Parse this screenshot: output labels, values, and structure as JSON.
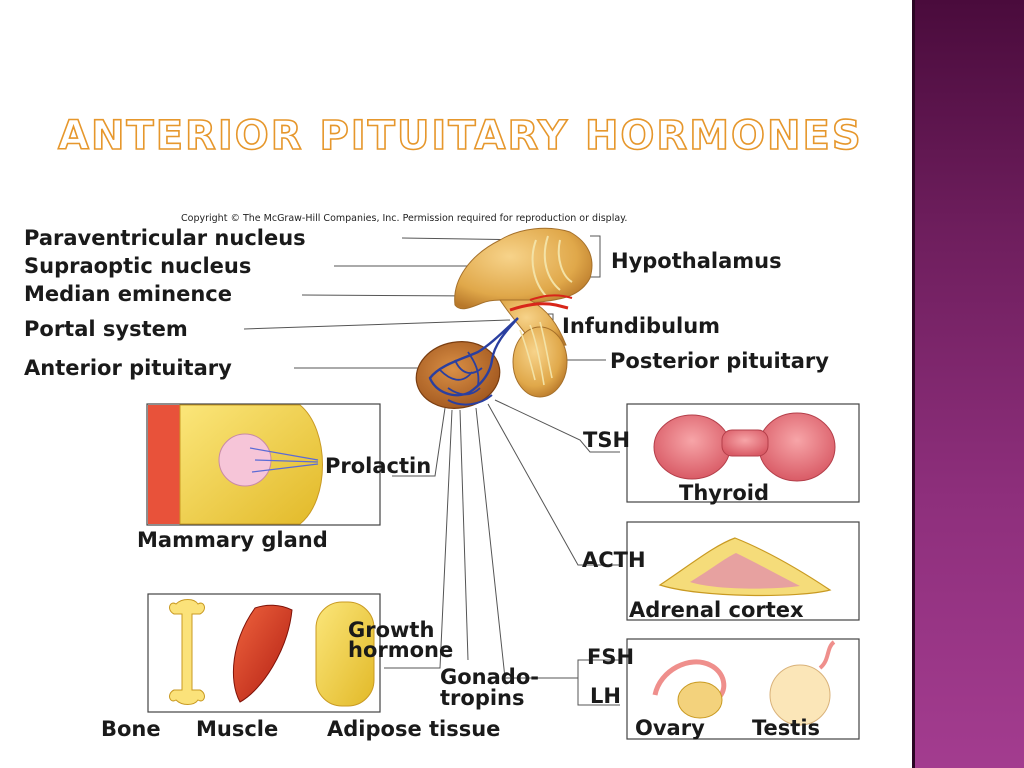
{
  "title": "Anterior Pituitary Hormones",
  "copyright": "Copyright © The McGraw-Hill Companies, Inc. Permission required for reproduction or display.",
  "labels": {
    "paraventricular": "Paraventricular nucleus",
    "supraoptic": "Supraoptic nucleus",
    "median": "Median eminence",
    "portal": "Portal system",
    "anterior": "Anterior pituitary",
    "hypothalamus": "Hypothalamus",
    "infundibulum": "Infundibulum",
    "posterior": "Posterior pituitary"
  },
  "hormones": {
    "prolactin": "Prolactin",
    "growth_line1": "Growth",
    "growth_line2": "hormone",
    "gonado_line1": "Gonado-",
    "gonado_line2": "tropins",
    "tsh": "TSH",
    "acth": "ACTH",
    "fsh": "FSH",
    "lh": "LH"
  },
  "targets": {
    "mammary": "Mammary gland",
    "thyroid": "Thyroid",
    "adrenal": "Adrenal cortex",
    "bone": "Bone",
    "muscle": "Muscle",
    "adipose": "Adipose tissue",
    "ovary": "Ovary",
    "testis": "Testis"
  },
  "colors": {
    "title_stroke": "#e6972c",
    "panel_top": "#4a0b3c",
    "panel_bottom": "#a33c8f",
    "gland": "#e0a84a",
    "vessel_blue": "#2a3fa0",
    "vessel_red": "#d8261a"
  }
}
